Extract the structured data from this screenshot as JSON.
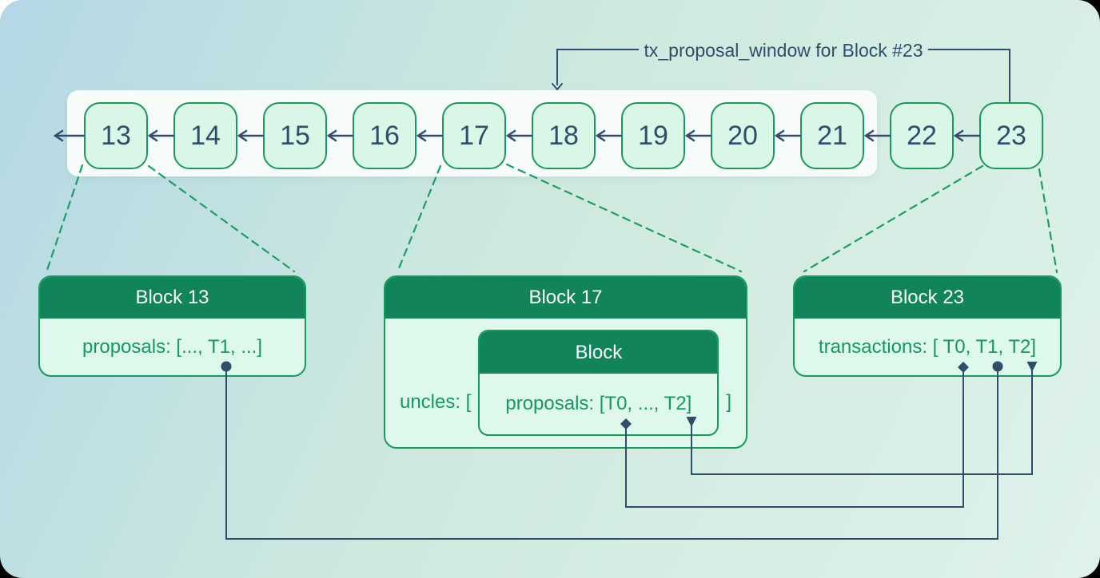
{
  "annotation": {
    "label": "tx_proposal_window for Block #23"
  },
  "chain": {
    "blocks": [
      "13",
      "14",
      "15",
      "16",
      "17",
      "18",
      "19",
      "20",
      "21",
      "22",
      "23"
    ]
  },
  "boxes": {
    "block13": {
      "title": "Block 13",
      "content": "proposals: [..., T1, ...]"
    },
    "block17": {
      "title": "Block 17",
      "content_prefix": "uncles: [",
      "content_suffix": "]",
      "nested": {
        "title": "Block",
        "content": "proposals: [T0, ..., T2]"
      }
    },
    "block23": {
      "title": "Block 23",
      "content": "transactions: [ T0, T1, T2]"
    }
  },
  "colors": {
    "header_green": "#118559",
    "mint_body": "#DEF9EC",
    "chain_fill": "#D9F6E7",
    "border_green": "#179A5E",
    "text_green": "#15995F",
    "navy": "#2F4E6C",
    "dashed_green": "#1B9E63",
    "window_bg": "#F7FCFA",
    "bg_start": "#B3D8E5",
    "bg_mid": "#CFE9DE",
    "bg_end": "#DEF2EA"
  }
}
